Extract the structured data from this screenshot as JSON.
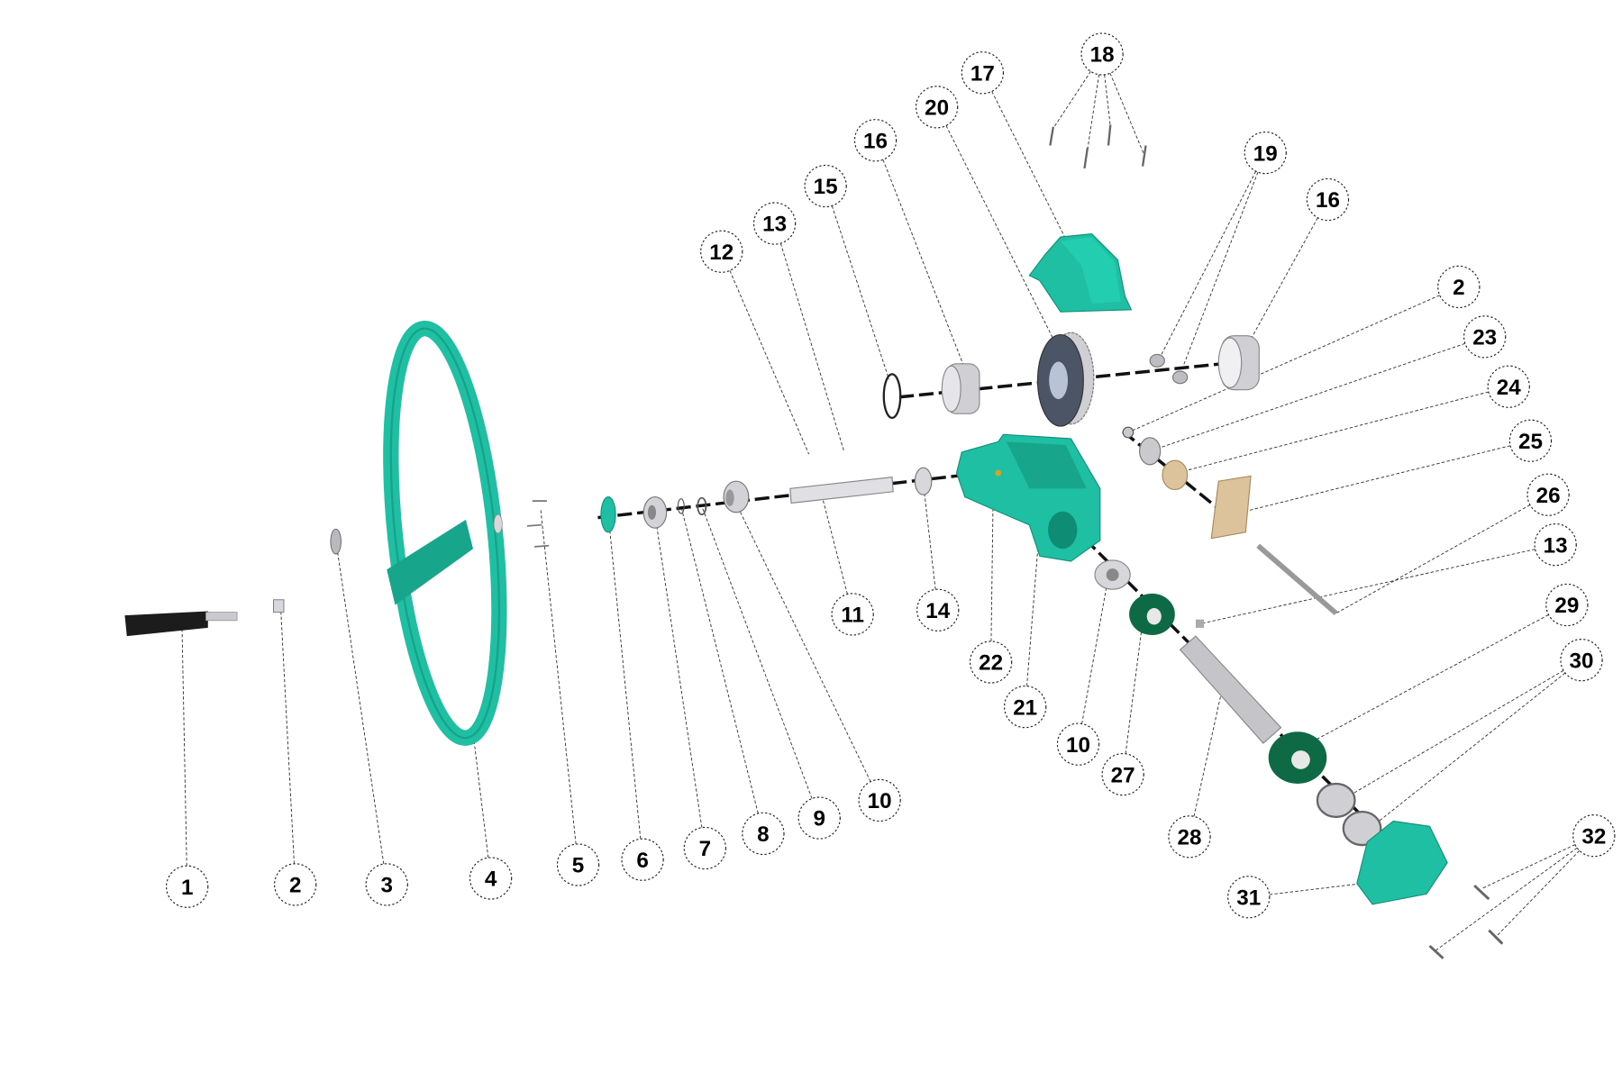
{
  "diagram": {
    "type": "exploded-parts-view",
    "callouts": [
      "1",
      "2",
      "3",
      "4",
      "5",
      "6",
      "7",
      "8",
      "9",
      "10",
      "11",
      "14",
      "22",
      "21",
      "10",
      "27",
      "28",
      "31",
      "32",
      "30",
      "29",
      "13",
      "26",
      "25",
      "24",
      "23",
      "2",
      "16",
      "19",
      "18",
      "17",
      "20",
      "16",
      "15",
      "13",
      "12"
    ]
  },
  "colors": {
    "teal": "#1fbfa3",
    "teal_dark": "#13907a",
    "dark_green": "#0e6a45",
    "grey": "#c9c9ce",
    "tan": "#dcc39c",
    "handle": "#1c1c1c"
  }
}
